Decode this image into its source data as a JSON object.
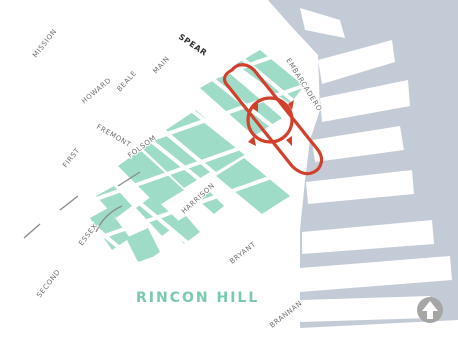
{
  "map": {
    "district_label": "RINCON HILL",
    "streets": {
      "mission": "MISSION",
      "howard": "HOWARD",
      "beale": "BEALE",
      "main": "MAIN",
      "spear": "SPEAR",
      "embarcadero": "EMBARCADERO",
      "fremont": "FREMONT",
      "folsom": "FOLSOM",
      "first": "FIRST",
      "harrison": "HARRISON",
      "essex": "ESSEX",
      "second": "SECOND",
      "bryant": "BRYANT",
      "brannan": "BRANNAN"
    },
    "icons": {
      "north_arrow": "north-arrow-icon",
      "project_outline": "highlighted-corridor-outline",
      "direction_markers": "red-triangle-markers"
    }
  },
  "colors": {
    "water": "#c3cbd6",
    "land": "#ffffff",
    "street_block": "#e7e7e7",
    "park": "#9fdcc8",
    "highlight": "#d2402c",
    "district_label": "#79c9b2",
    "north_arrow": "#a6a6a6"
  }
}
